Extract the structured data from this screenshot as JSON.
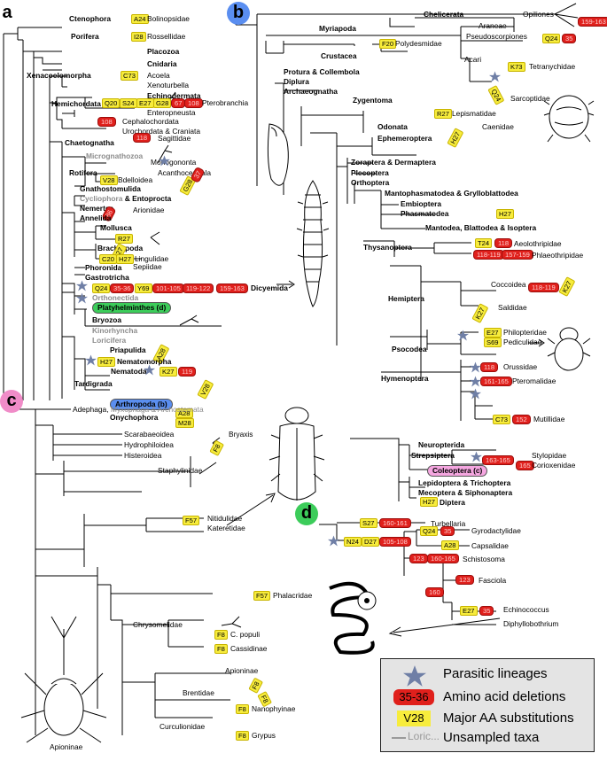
{
  "panels": {
    "a": "a",
    "b": "b",
    "c": "c",
    "d": "d"
  },
  "panel_a": {
    "taxa": {
      "ctenophora": "Ctenophora",
      "bolinopsidae": "Bolinopsidae",
      "porifera": "Porifera",
      "rossellidae": "Rossellidae",
      "placozoa": "Placozoa",
      "cnidaria": "Cnidaria",
      "xenacoelomorpha": "Xenacoelomorpha",
      "acoela": "Acoela",
      "xenoturbella": "Xenoturbella",
      "echinodermata": "Echinodermata",
      "hemichordata": "Hemichordata",
      "pterobranchia": "Pterobranchia",
      "enteropneusta": "Enteropneusta",
      "cephalochordata": "Cephalochordata",
      "urochordata": "Urochordata & Craniata",
      "chaetognatha": "Chaetognatha",
      "sagittidae": "Sagittidae",
      "micrognathozoa": "Micrognathozoa",
      "monogononta": "Monogononta",
      "rotifera": "Rotifera",
      "acanthocephala": "Acanthocephala",
      "bdelloidea": "Bdelloidea",
      "gnathostomulida": "Gnathostomulida",
      "cycliophora": "Cycliophora",
      "entoprocta": " & Entoprocta",
      "nemertea": "Nemertea",
      "arionidae": "Arionidae",
      "annelida": "Annelida",
      "mollusca": "Mollusca",
      "brachiopoda": "Brachiopoda",
      "lingulidae": "Lingulidae",
      "sepiidae": "Sepiidae",
      "phoronida": "Phoronida",
      "gastrotricha": "Gastrotricha",
      "dicyemida": "Dicyemida",
      "orthonectida": "Orthonectida",
      "platyhelminthes": "Platyhelminthes (d)",
      "bryozoa": "Bryozoa",
      "kinorhyncha": "Kinorhyncha",
      "loricifera": "Loricifera",
      "priapulida": "Priapulida",
      "nematomorpha": "Nematomorpha",
      "nematoda": "Nematoda",
      "tardigrada": "Tardigrada",
      "arthropoda": "Arthropoda (b)",
      "onychophora": "Onychophora"
    },
    "subs": {
      "a24": "A24",
      "i28": "I28",
      "c73": "C73",
      "q20": "Q20",
      "s24": "S24",
      "e27": "E27",
      "g28": "G28",
      "v28": "V28",
      "g28b": "G28",
      "r27": "R27",
      "c20": "C20",
      "h27": "H27",
      "k27": "K27",
      "q24": "Q24",
      "y69": "Y69",
      "a28": "A28",
      "h27b": "H27",
      "k27b": "K27",
      "v28b": "V28",
      "a28b": "A28",
      "m28": "M28"
    },
    "dels": {
      "d1": "67",
      "d2": "108",
      "d3": "108",
      "d4": "118",
      "d5": "37",
      "d6": "86",
      "d7": "35-36",
      "d8": "101-105",
      "d9": "119-122",
      "d10": "159-163",
      "d11": "119"
    }
  },
  "panel_b": {
    "taxa": {
      "chelicerata": "Chelicerata",
      "opiliones": "Opiliones",
      "myriapoda": "Myriapoda",
      "araneae": "Araneae",
      "pseudoscorpiones": "Pseudoscorpiones",
      "polydesmidae": "Polydesmidae",
      "crustacea": "Crustacea",
      "acari": "Acari",
      "tetranychidae": "Tetranychidae",
      "protura": "Protura & Collembola",
      "diplura": "Diplura",
      "archaeognatha": "Archaeognatha",
      "sarcoptidae": "Sarcoptidae",
      "zygentoma": "Zygentoma",
      "lepismatidae": "Lepismatidae",
      "odonata": "Odonata",
      "ephemeroptera": "Ephemeroptera",
      "caenidae": "Caenidae",
      "zoraptera": "Zoraptera & Dermaptera",
      "plecoptera": "Plecoptera",
      "orthoptera": "Orthoptera",
      "mantophasmatodea": "Mantophasmatodea & Grylloblattodea",
      "embioptera": "Embioptera",
      "phasmatodea": "Phasmatodea",
      "mantodea": "Mantodea, Blattodea & Isoptera",
      "thysanoptera": "Thysanoptera",
      "aeolothripidae": "Aeolothripidae",
      "phlaeothripidae": "Phlaeothripidae",
      "coccoidea": "Coccoidea",
      "hemiptera": "Hemiptera",
      "saldidae": "Saldidae",
      "philopteridae": "Philopteridae",
      "pediculidae": "Pediculidae",
      "psocodea": "Psocodea",
      "hymenoptera": "Hymenoptera",
      "orussidae": "Orussidae",
      "pteromalidae": "Pteromalidae",
      "mutillidae": "Mutillidae",
      "neuropterida": "Neuropterida",
      "strepsiptera": "Strepsiptera",
      "stylopidae": "Stylopidae",
      "corioxenidae": "Corioxenidae",
      "coleoptera": "Coleoptera (c)",
      "lepidoptera": "Lepidoptera & Trichoptera",
      "mecoptera": "Mecoptera & Siphonaptera",
      "diptera": "Diptera"
    },
    "subs": {
      "f20": "F20",
      "q24": "Q24",
      "k73": "K73",
      "q24b": "Q24",
      "r27": "R27",
      "h27": "H27",
      "h27b": "H27",
      "t24": "T24",
      "k27": "K27",
      "k27b": "K27",
      "e27": "E27",
      "s69": "S69",
      "c73": "C73",
      "h27c": "H27"
    },
    "dels": {
      "d1": "159-163",
      "d2": "35",
      "d3": "118",
      "d4": "118-119",
      "d5": "157-159",
      "d6": "118-119",
      "d7": "118",
      "d8": "161-165",
      "d9": "152",
      "d10": "163-165",
      "d11": "165"
    }
  },
  "panel_c": {
    "taxa": {
      "adephaga": "Adephaga, ",
      "myxophaga": "Myxophaga & Archostemata",
      "scarabaeoidea": "Scarabaeoidea",
      "hydrophiloidea": "Hydrophiloidea",
      "histeroidea": "Histeroidea",
      "bryaxis": "Bryaxis",
      "staphylinidae": "Staphylinidae",
      "nitidulidae": "Nitidulidae",
      "kateretidae": "Kateretidae",
      "phalacridae": "Phalacridae",
      "chrysomelidae": "Chrysomelidae",
      "cpopuli": "C. populi",
      "cassidinae": "Cassidinae",
      "apioninae": "Apioninae",
      "brentidae": "Brentidae",
      "nanophyinae": "Nanophyinae",
      "curculionidae": "Curculionidae",
      "grypus": "Grypus",
      "apioninae_caption": "Apioninae"
    },
    "subs": {
      "f8a": "F8",
      "f57a": "F57",
      "f57b": "F57",
      "f8b": "F8",
      "f8c": "F8",
      "f8d": "F8",
      "f8e": "F8",
      "f8f": "F8",
      "f8g": "F8"
    }
  },
  "panel_d": {
    "taxa": {
      "turbellaria": "Turbellaria",
      "gyrodactylidae": "Gyrodactylidae",
      "capsalidae": "Capsalidae",
      "schistosoma": "Schistosoma",
      "fasciola": "Fasciola",
      "echinococcus": "Echinococcus",
      "diphyllobothrium": "Diphyllobothrium"
    },
    "subs": {
      "s27": "S27",
      "q24": "Q24",
      "n24": "N24",
      "d27": "D27",
      "a28": "A28",
      "e27": "E27"
    },
    "dels": {
      "d1": "160-161",
      "d2": "35",
      "d3": "105-108",
      "d4": "123",
      "d5": "160-165",
      "d6": "123",
      "d7": "160",
      "d8": "35"
    }
  },
  "legend": {
    "parasitic": "Parasitic lineages",
    "del_sample": "35-36",
    "deletions": "Amino acid deletions",
    "sub_sample": "V28",
    "substitutions": "Major AA substitutions",
    "unsampled_sample": "Loric...",
    "unsampled": "Unsampled taxa",
    "colors": {
      "star": "#6f7fa6",
      "deletion": "#e0201c",
      "substitution": "#f7ec3c",
      "unsampled": "#9a9a9a",
      "panel_a": "#ffffff",
      "panel_b": "#5a8ef0",
      "panel_c": "#f08cc8",
      "panel_d": "#3ccc5a",
      "arthropoda_pill": "#5a8ef0",
      "platy_pill": "#3ccc5a",
      "coleo_pill": "#f5a6e0"
    }
  }
}
